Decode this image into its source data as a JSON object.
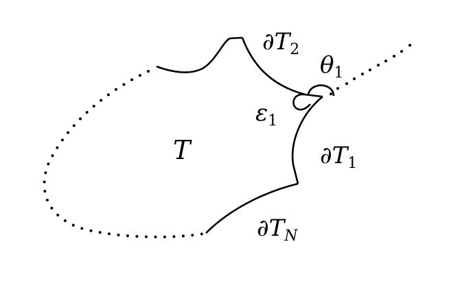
{
  "figure": {
    "region_label": "T",
    "labels": {
      "boundary_2": {
        "base": "∂T",
        "sub": "2"
      },
      "angle_theta": {
        "base": "θ",
        "sub": "1"
      },
      "angle_epsilon": {
        "base": "ε",
        "sub": "1"
      },
      "boundary_1": {
        "base": "∂T",
        "sub": "1"
      },
      "boundary_N": {
        "base": "∂T",
        "sub": "N"
      }
    },
    "colors": {
      "stroke": "#000000",
      "background": "#ffffff"
    }
  }
}
